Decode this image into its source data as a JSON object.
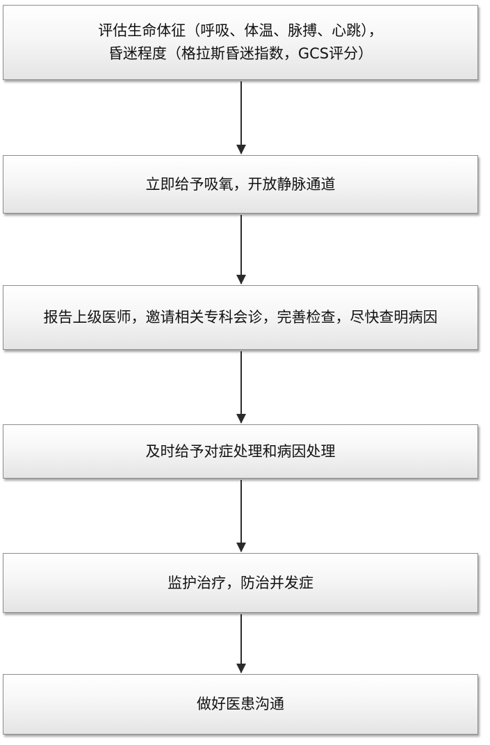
{
  "flowchart": {
    "steps": [
      {
        "lines": [
          "评估生命体征（呼吸、体温、脉搏、心跳），",
          "昏迷程度（格拉斯昏迷指数，GCS评分）"
        ]
      },
      {
        "lines": [
          "立即给予吸氧，开放静脉通道"
        ]
      },
      {
        "lines": [
          "报告上级医师，邀请相关专科会诊，完善检查，尽快查明病因"
        ]
      },
      {
        "lines": [
          "及时给予对症处理和病因处理"
        ]
      },
      {
        "lines": [
          "监护治疗，防治并发症"
        ]
      },
      {
        "lines": [
          "做好医患沟通"
        ]
      }
    ]
  }
}
